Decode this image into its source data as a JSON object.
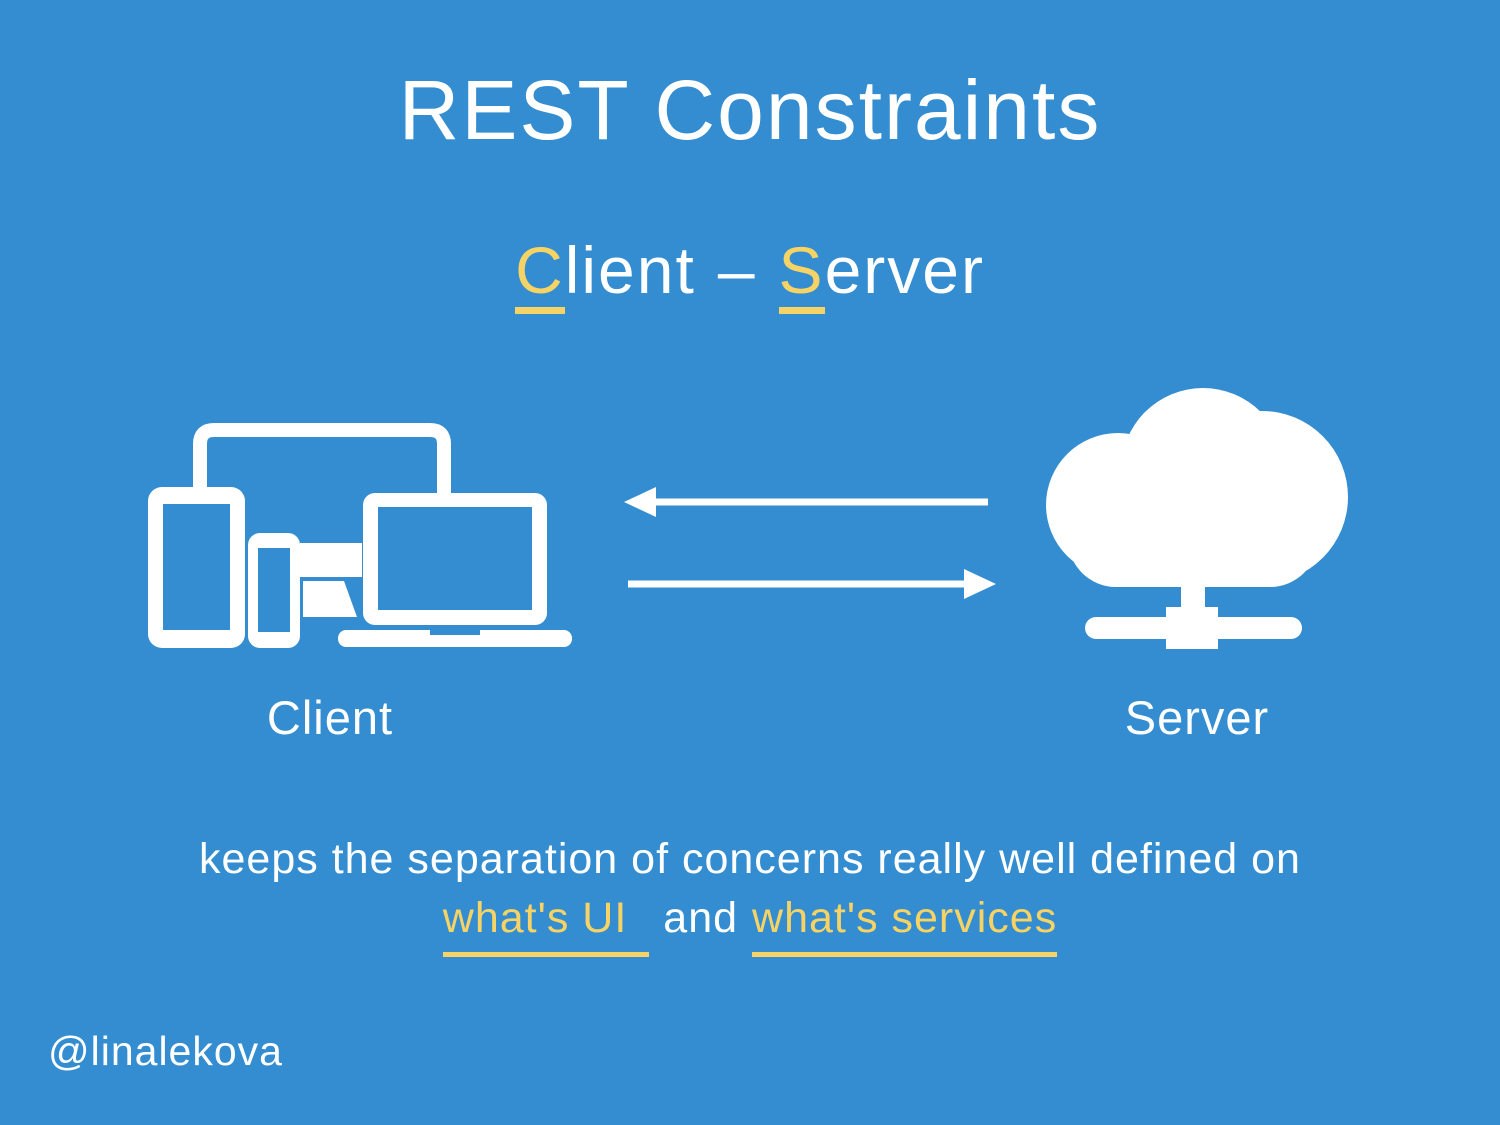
{
  "theme": {
    "background": "#338DD0",
    "accent_yellow": "#F6D364",
    "foreground": "#FFFFFF"
  },
  "header": {
    "title": "REST Constraints"
  },
  "subtitle": {
    "client_initial": "C",
    "client_rest": "lient",
    "dash": "–",
    "server_initial": "S",
    "server_rest": "erver"
  },
  "diagram": {
    "client_label": "Client",
    "server_label": "Server",
    "client_icon": "responsive-devices-icon",
    "server_icon": "cloud-server-icon",
    "arrow_top_direction": "left",
    "arrow_bottom_direction": "right"
  },
  "body": {
    "line1": "keeps the separation of concerns really well defined on",
    "link_ui": "what's UI",
    "conjunction": "and",
    "link_services": "what's services"
  },
  "footer": {
    "handle": "@linalekova"
  }
}
